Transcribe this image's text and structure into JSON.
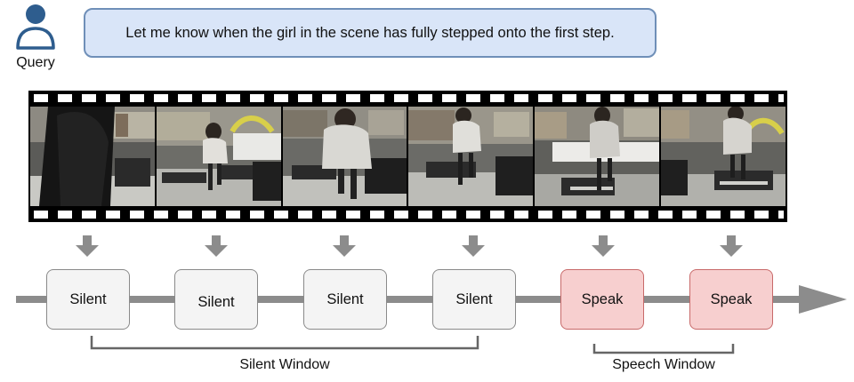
{
  "query": {
    "label": "Query",
    "text": "Let me know when the girl in the scene has fully stepped onto the first step."
  },
  "steps": [
    {
      "label": "Silent",
      "state": "silent"
    },
    {
      "label": "Silent",
      "state": "silent"
    },
    {
      "label": "Silent",
      "state": "silent"
    },
    {
      "label": "Silent",
      "state": "silent"
    },
    {
      "label": "Speak",
      "state": "speak"
    },
    {
      "label": "Speak",
      "state": "speak"
    }
  ],
  "windows": {
    "silent": "Silent Window",
    "speech": "Speech Window"
  },
  "colors": {
    "query_bubble_fill": "#d9e5f8",
    "query_bubble_border": "#6f8fb8",
    "user_icon": "#2e5d8e",
    "silent_fill": "#f4f4f4",
    "speak_fill": "#f7cfcf",
    "speak_border": "#c86a6a",
    "arrow": "#8c8c8c"
  },
  "icons": {
    "user": "user-icon",
    "down_arrow": "down-arrow-icon",
    "timeline_arrow": "timeline-arrow-icon"
  }
}
